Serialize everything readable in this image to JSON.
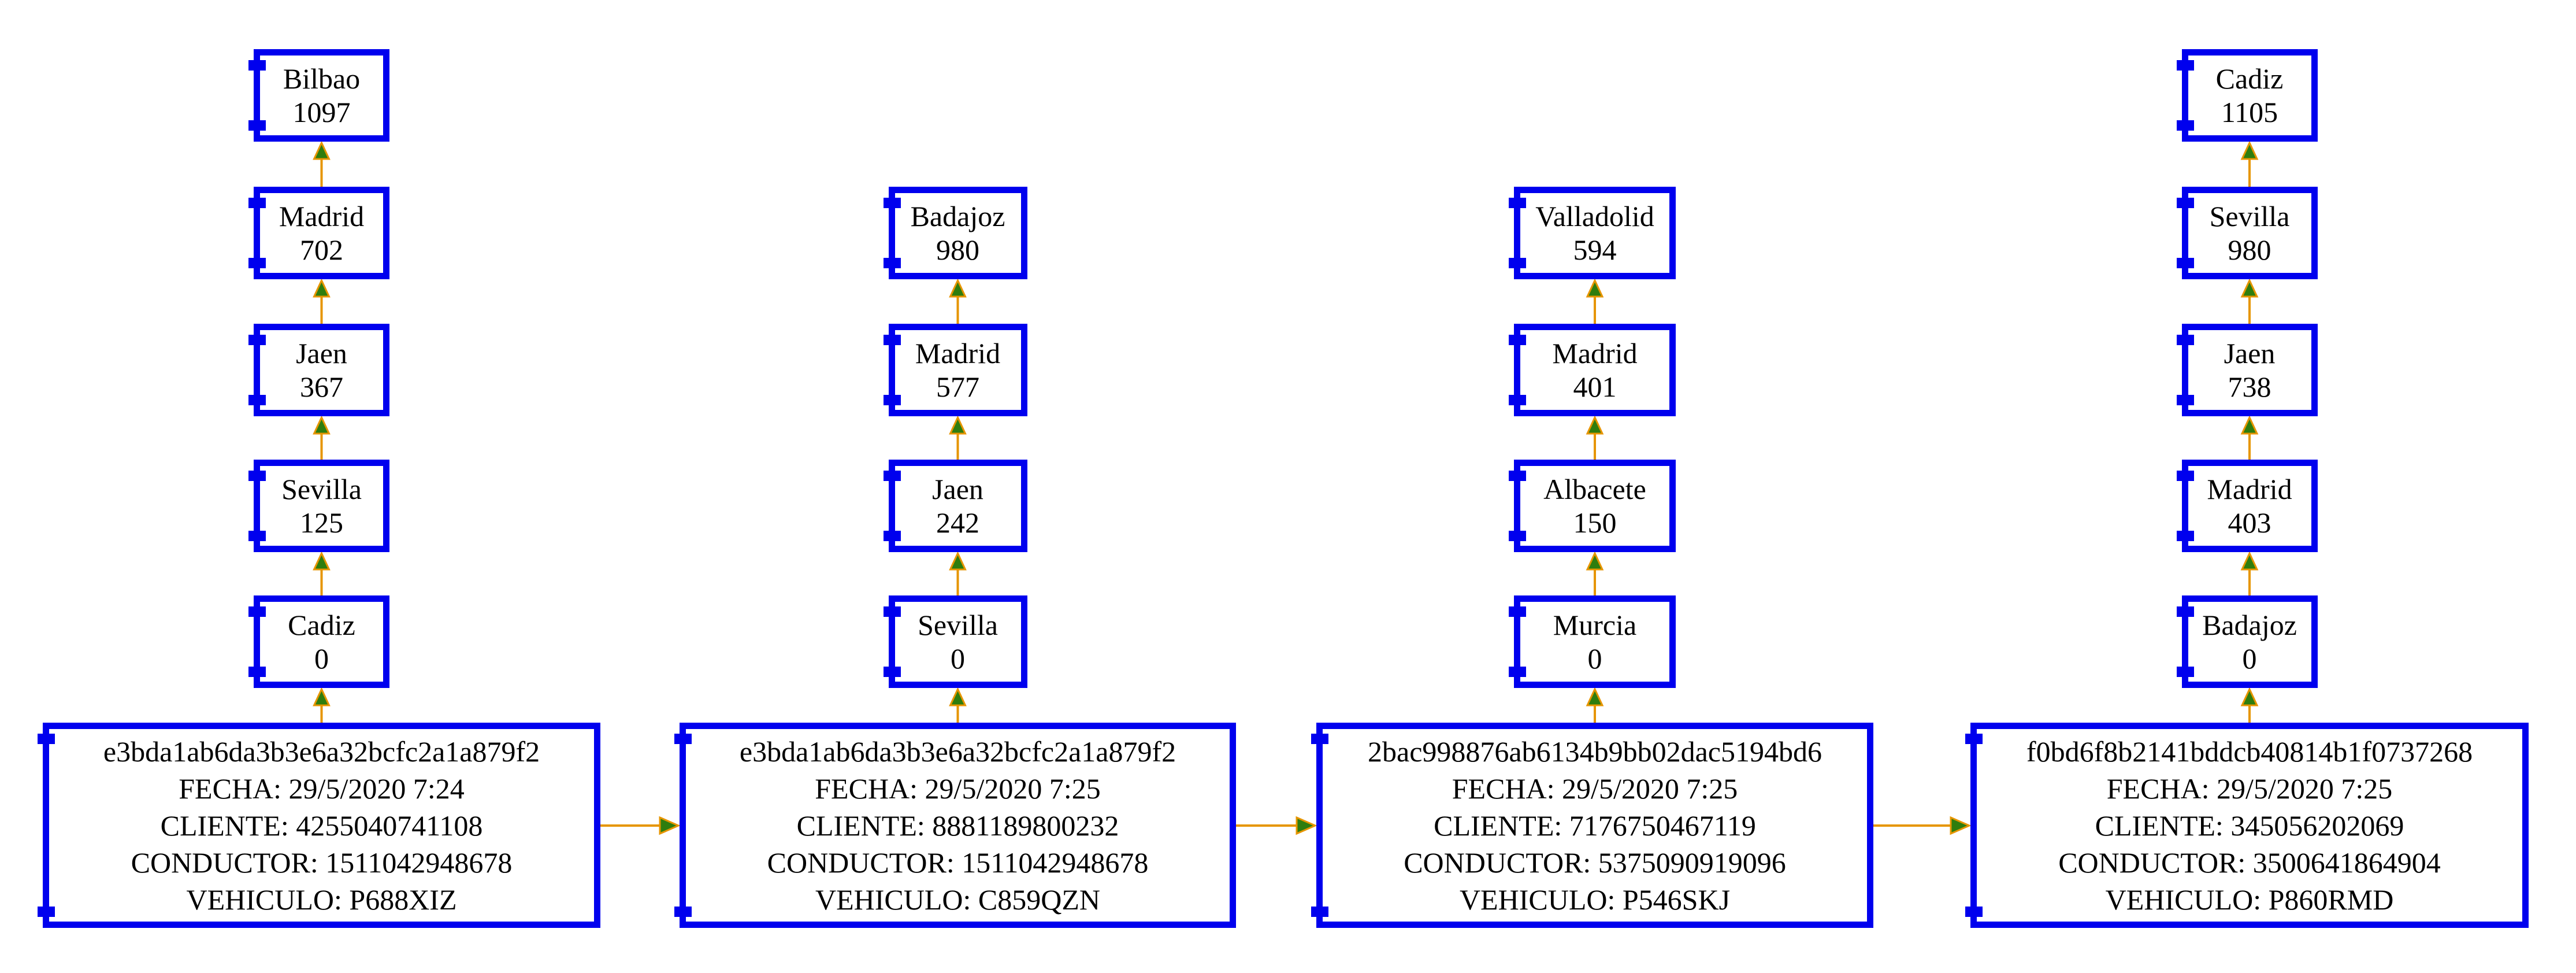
{
  "colors": {
    "node_border": "#0000ee",
    "edge": "#e69500",
    "arrowhead_fill": "#2e7d0e",
    "arrowhead_stroke": "#e69500"
  },
  "chains": [
    {
      "block": {
        "hash": "e3bda1ab6da3b3e6a32bcfc2a1a879f2",
        "fecha": "FECHA: 29/5/2020 7:24",
        "cliente": "CLIENTE: 4255040741108",
        "conductor": "CONDUCTOR: 1511042948678",
        "vehiculo": "VEHICULO: P688XIZ"
      },
      "route": [
        {
          "city": "Cadiz",
          "km": "0"
        },
        {
          "city": "Sevilla",
          "km": "125"
        },
        {
          "city": "Jaen",
          "km": "367"
        },
        {
          "city": "Madrid",
          "km": "702"
        },
        {
          "city": "Bilbao",
          "km": "1097"
        }
      ]
    },
    {
      "block": {
        "hash": "e3bda1ab6da3b3e6a32bcfc2a1a879f2",
        "fecha": "FECHA: 29/5/2020 7:25",
        "cliente": "CLIENTE: 8881189800232",
        "conductor": "CONDUCTOR: 1511042948678",
        "vehiculo": "VEHICULO: C859QZN"
      },
      "route": [
        {
          "city": "Sevilla",
          "km": "0"
        },
        {
          "city": "Jaen",
          "km": "242"
        },
        {
          "city": "Madrid",
          "km": "577"
        },
        {
          "city": "Badajoz",
          "km": "980"
        }
      ]
    },
    {
      "block": {
        "hash": "2bac998876ab6134b9bb02dac5194bd6",
        "fecha": "FECHA: 29/5/2020 7:25",
        "cliente": "CLIENTE: 7176750467119",
        "conductor": "CONDUCTOR: 5375090919096",
        "vehiculo": "VEHICULO: P546SKJ"
      },
      "route": [
        {
          "city": "Murcia",
          "km": "0"
        },
        {
          "city": "Albacete",
          "km": "150"
        },
        {
          "city": "Madrid",
          "km": "401"
        },
        {
          "city": "Valladolid",
          "km": "594"
        }
      ]
    },
    {
      "block": {
        "hash": "f0bd6f8b2141bddcb40814b1f0737268",
        "fecha": "FECHA: 29/5/2020 7:25",
        "cliente": "CLIENTE: 345056202069",
        "conductor": "CONDUCTOR: 3500641864904",
        "vehiculo": "VEHICULO: P860RMD"
      },
      "route": [
        {
          "city": "Badajoz",
          "km": "0"
        },
        {
          "city": "Madrid",
          "km": "403"
        },
        {
          "city": "Jaen",
          "km": "738"
        },
        {
          "city": "Sevilla",
          "km": "980"
        },
        {
          "city": "Cadiz",
          "km": "1105"
        }
      ]
    }
  ]
}
